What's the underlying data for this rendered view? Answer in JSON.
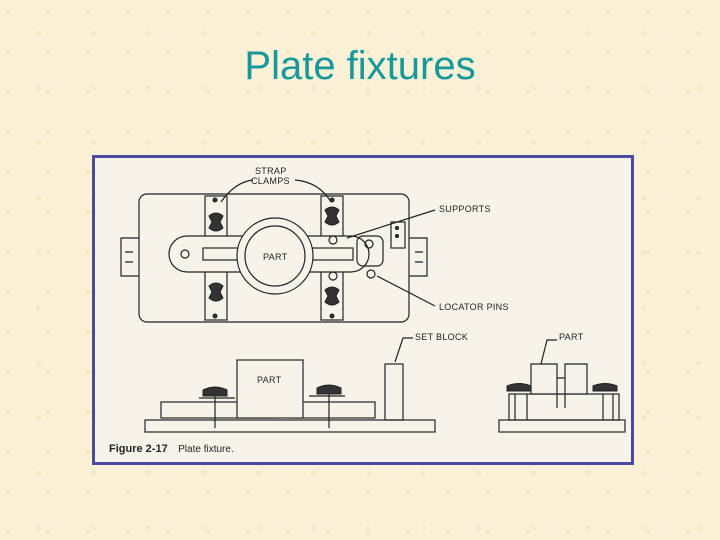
{
  "slide": {
    "title": "Plate fixtures"
  },
  "figure": {
    "labels": {
      "strap_clamps_1": "STRAP",
      "strap_clamps_2": "CLAMPS",
      "supports": "SUPPORTS",
      "part_top": "PART",
      "locator_pins": "LOCATOR PINS",
      "set_block": "SET BLOCK",
      "part_front": "PART",
      "part_side": "PART"
    },
    "caption": {
      "number": "Figure 2-17",
      "text": "Plate fixture."
    }
  },
  "colors": {
    "title": "#17989a",
    "frame": "#4a4aa0",
    "background": "#fbf1d6"
  }
}
